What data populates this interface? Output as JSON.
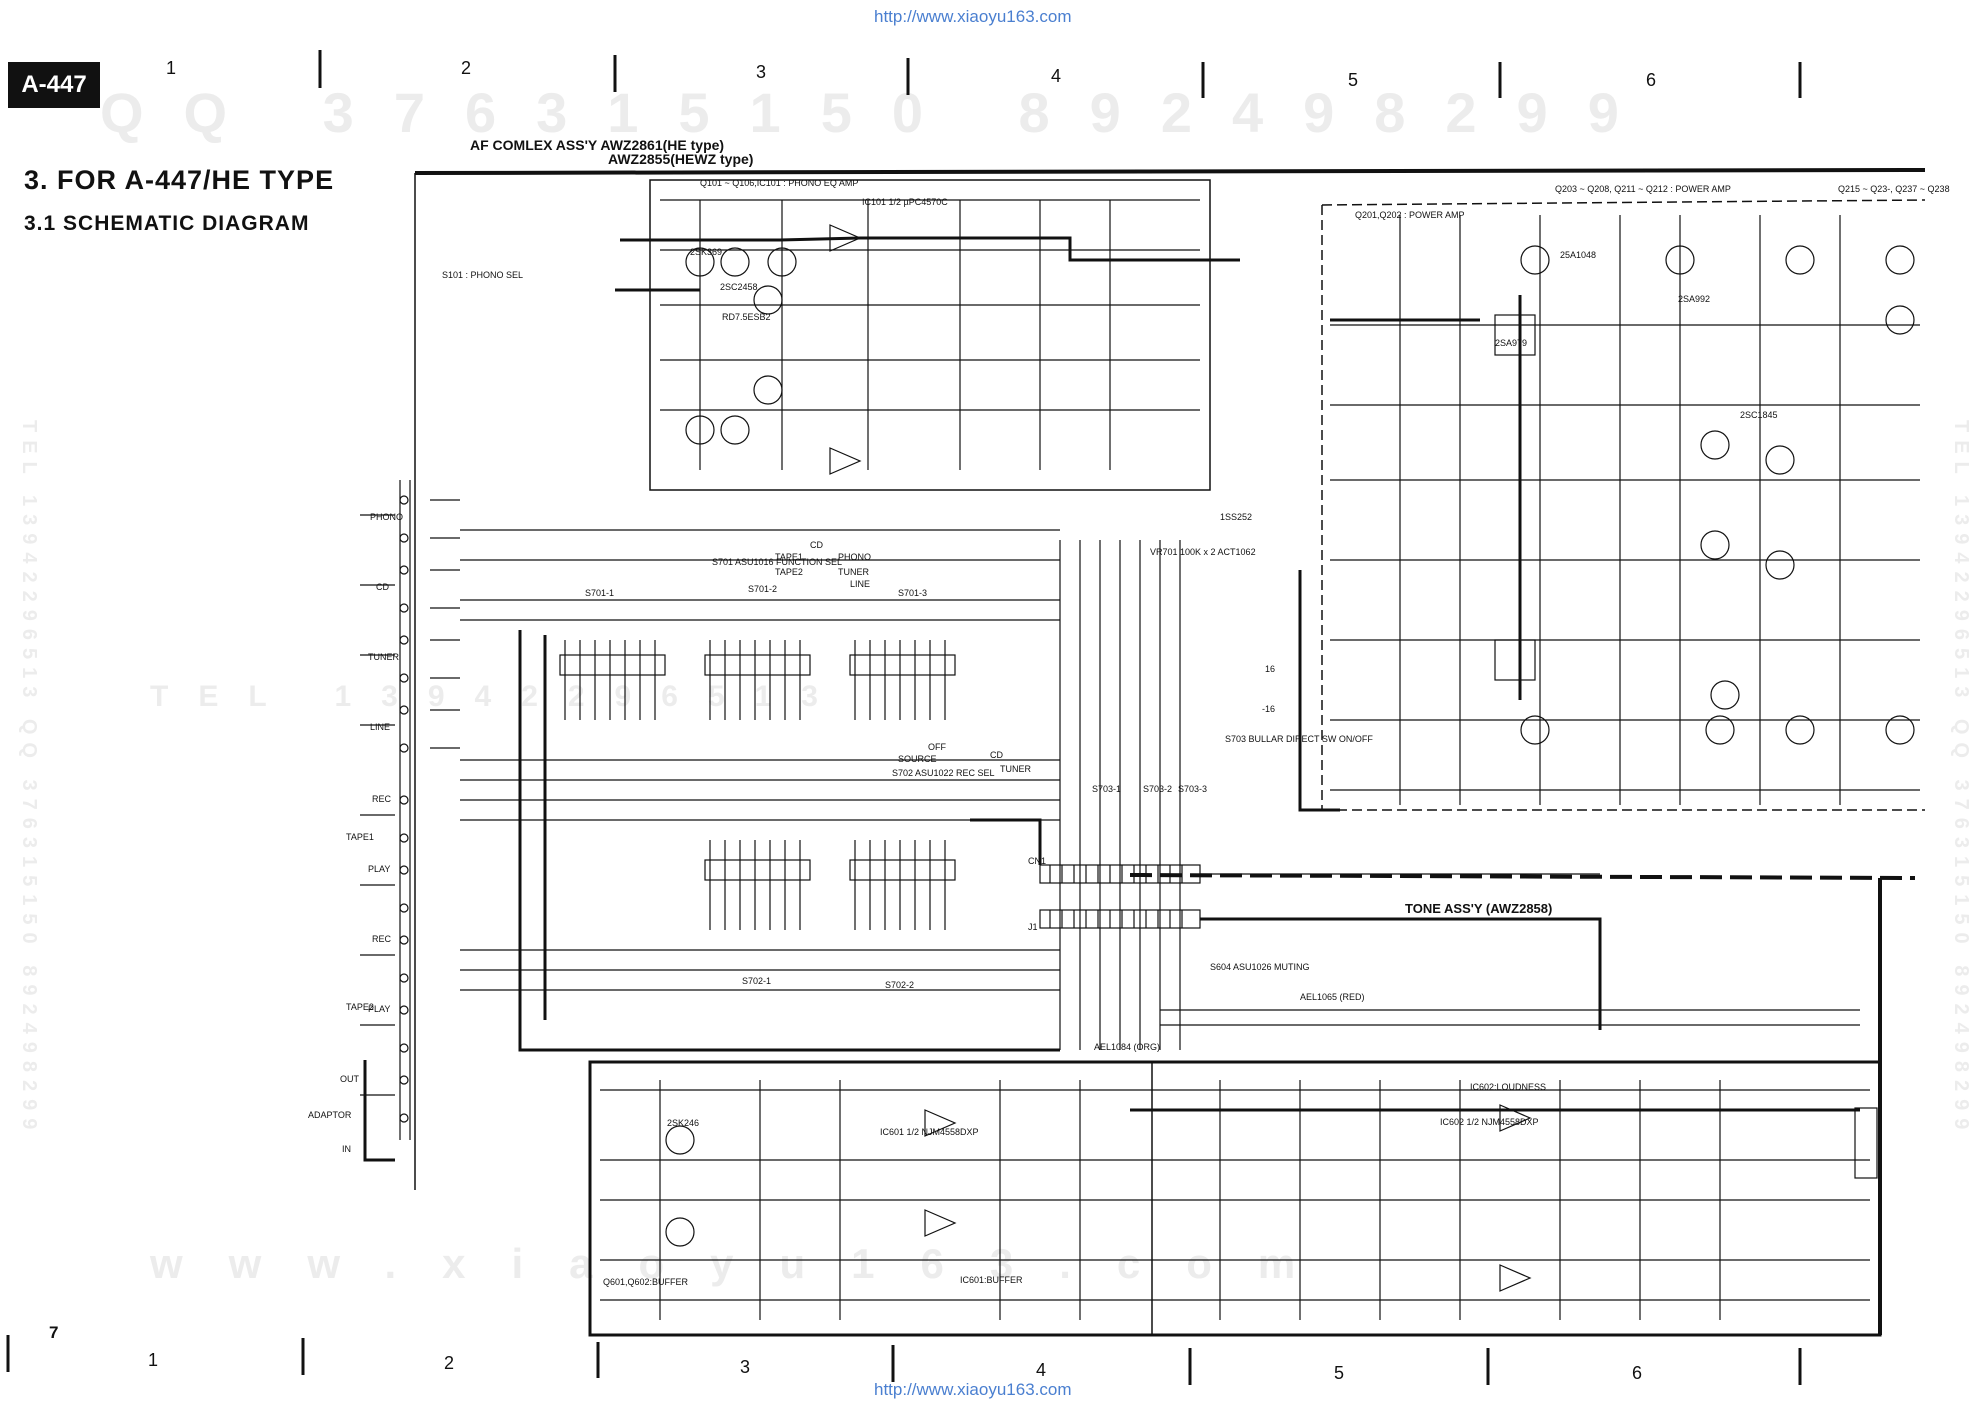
{
  "header": {
    "url_top": "http://www.xiaoyu163.com",
    "model": "A-447",
    "columns": [
      "1",
      "2",
      "3",
      "4",
      "5",
      "6"
    ]
  },
  "watermarks": {
    "qq_line": "QQ 376315150  892498299",
    "tel_line": "TEL 13942296513",
    "www_line": "www.xiaoyu163.com",
    "side_left": "TEL 13942296513 QQ 376315150 892498299",
    "side_right": "TEL 13942296513 QQ 376315150 892498299"
  },
  "section": {
    "heading": "3.  FOR A-447/HE TYPE",
    "subheading": "3.1  SCHEMATIC DIAGRAM"
  },
  "schematic": {
    "assembly_title_1": "AF COMLEX ASS'Y AWZ2861(HE type)",
    "assembly_title_2": "AWZ2855(HEWZ type)",
    "tone_assembly": "TONE ASS'Y (AWZ2858)",
    "phono_eq_label": "Q101 ~ Q106,IC101 : PHONO EQ AMP",
    "power_amp_label_1": "Q203 ~ Q208, Q211 ~ Q212 : POWER AMP",
    "power_amp_label_2": "Q201,Q202 : POWER AMP",
    "power_amp_label_3": "Q215 ~ Q23-, Q237 ~ Q238",
    "phono_sel": "S101 : PHONO SEL",
    "function_sel": "S701 ASU1016 FUNCTION SEL",
    "rec_sel": "S702 ASU1022 REC SEL",
    "tone_defeat": "S703 BULLAR DIRECT SW ON/OFF",
    "muting": "S604 ASU1026 MUTING",
    "loudness": "IC602:LOUDNESS",
    "buffer_1": "Q601,Q602:BUFFER",
    "buffer_2": "IC601:BUFFER",
    "switch_positions": [
      "TAPE1",
      "CD",
      "PHONO",
      "TAPE2",
      "TUNER",
      "LINE"
    ],
    "rec_positions": [
      "SOURCE",
      "OFF",
      "CD",
      "TUNER"
    ],
    "input_labels": [
      "PHONO",
      "CD",
      "TUNER",
      "LINE",
      "TAPE1",
      "TAPE2",
      "ADAPTOR"
    ],
    "tape_labels": [
      "REC",
      "PLAY",
      "REC",
      "PLAY",
      "OUT",
      "IN"
    ],
    "switch_sections": [
      "S701-1",
      "S701-2",
      "S701-3",
      "S702-1",
      "S702-2",
      "S703-1",
      "S703-2",
      "S703-3"
    ],
    "transistors": [
      "2SK369",
      "2SC2458",
      "25A1048",
      "2SA992",
      "2SC1845",
      "2SA979",
      "2SK246"
    ],
    "ics": [
      "IC101 1/2 µPC4570C",
      "IC601 1/2 NJM4558DXP",
      "IC602 1/2 NJM4558DXP"
    ],
    "diodes": [
      "RD7.5ESB2",
      "1SS252",
      "AEL1065 (RED)",
      "AEL1084 (ORG)"
    ],
    "volume": "VR701 100K x 2 ACT1062",
    "connectors": [
      "CN1",
      "J1"
    ],
    "voltages": [
      "16",
      "-16"
    ]
  },
  "footer": {
    "page": "7",
    "url_bottom": "http://www.xiaoyu163.com",
    "columns": [
      "1",
      "2",
      "3",
      "4",
      "5",
      "6"
    ]
  }
}
